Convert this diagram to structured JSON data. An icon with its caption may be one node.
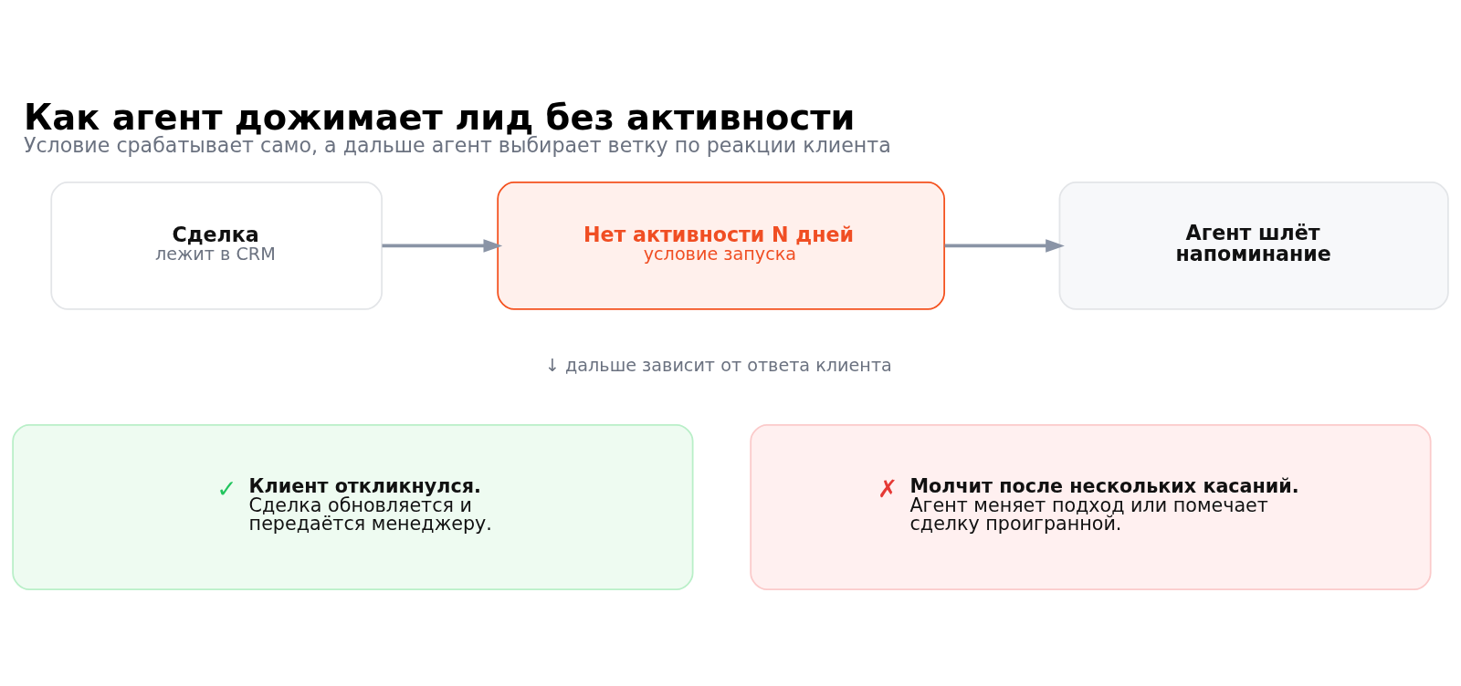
{
  "diagram": {
    "title": "Как агент дожимает лид без активности",
    "caption": "Условие срабатывает само, а дальше агент выбирает ветку по реакции клиента",
    "nodes": [
      {
        "text": [
          "Сделка",
          "лежит в CRM"
        ]
      },
      {
        "text": [
          "Нет активности N дней",
          "условие запуска"
        ]
      },
      {
        "text": [
          "Агент шлёт напоминание"
        ]
      },
      {
        "text": [
          "✓",
          "Клиент откликнулся.",
          "Сделка обновляется и передаётся менеджеру."
        ]
      },
      {
        "text": [
          "✗",
          "Молчит после нескольких касаний.",
          "Агент меняет подход или помечает сделку проигранной."
        ]
      }
    ],
    "edges": [
      {
        "from": 0,
        "to": 1,
        "arrow": "to"
      },
      {
        "from": 1,
        "to": 2,
        "arrow": "to"
      }
    ],
    "labels": [
      "↓ дальше зависит от ответа клиента"
    ]
  }
}
